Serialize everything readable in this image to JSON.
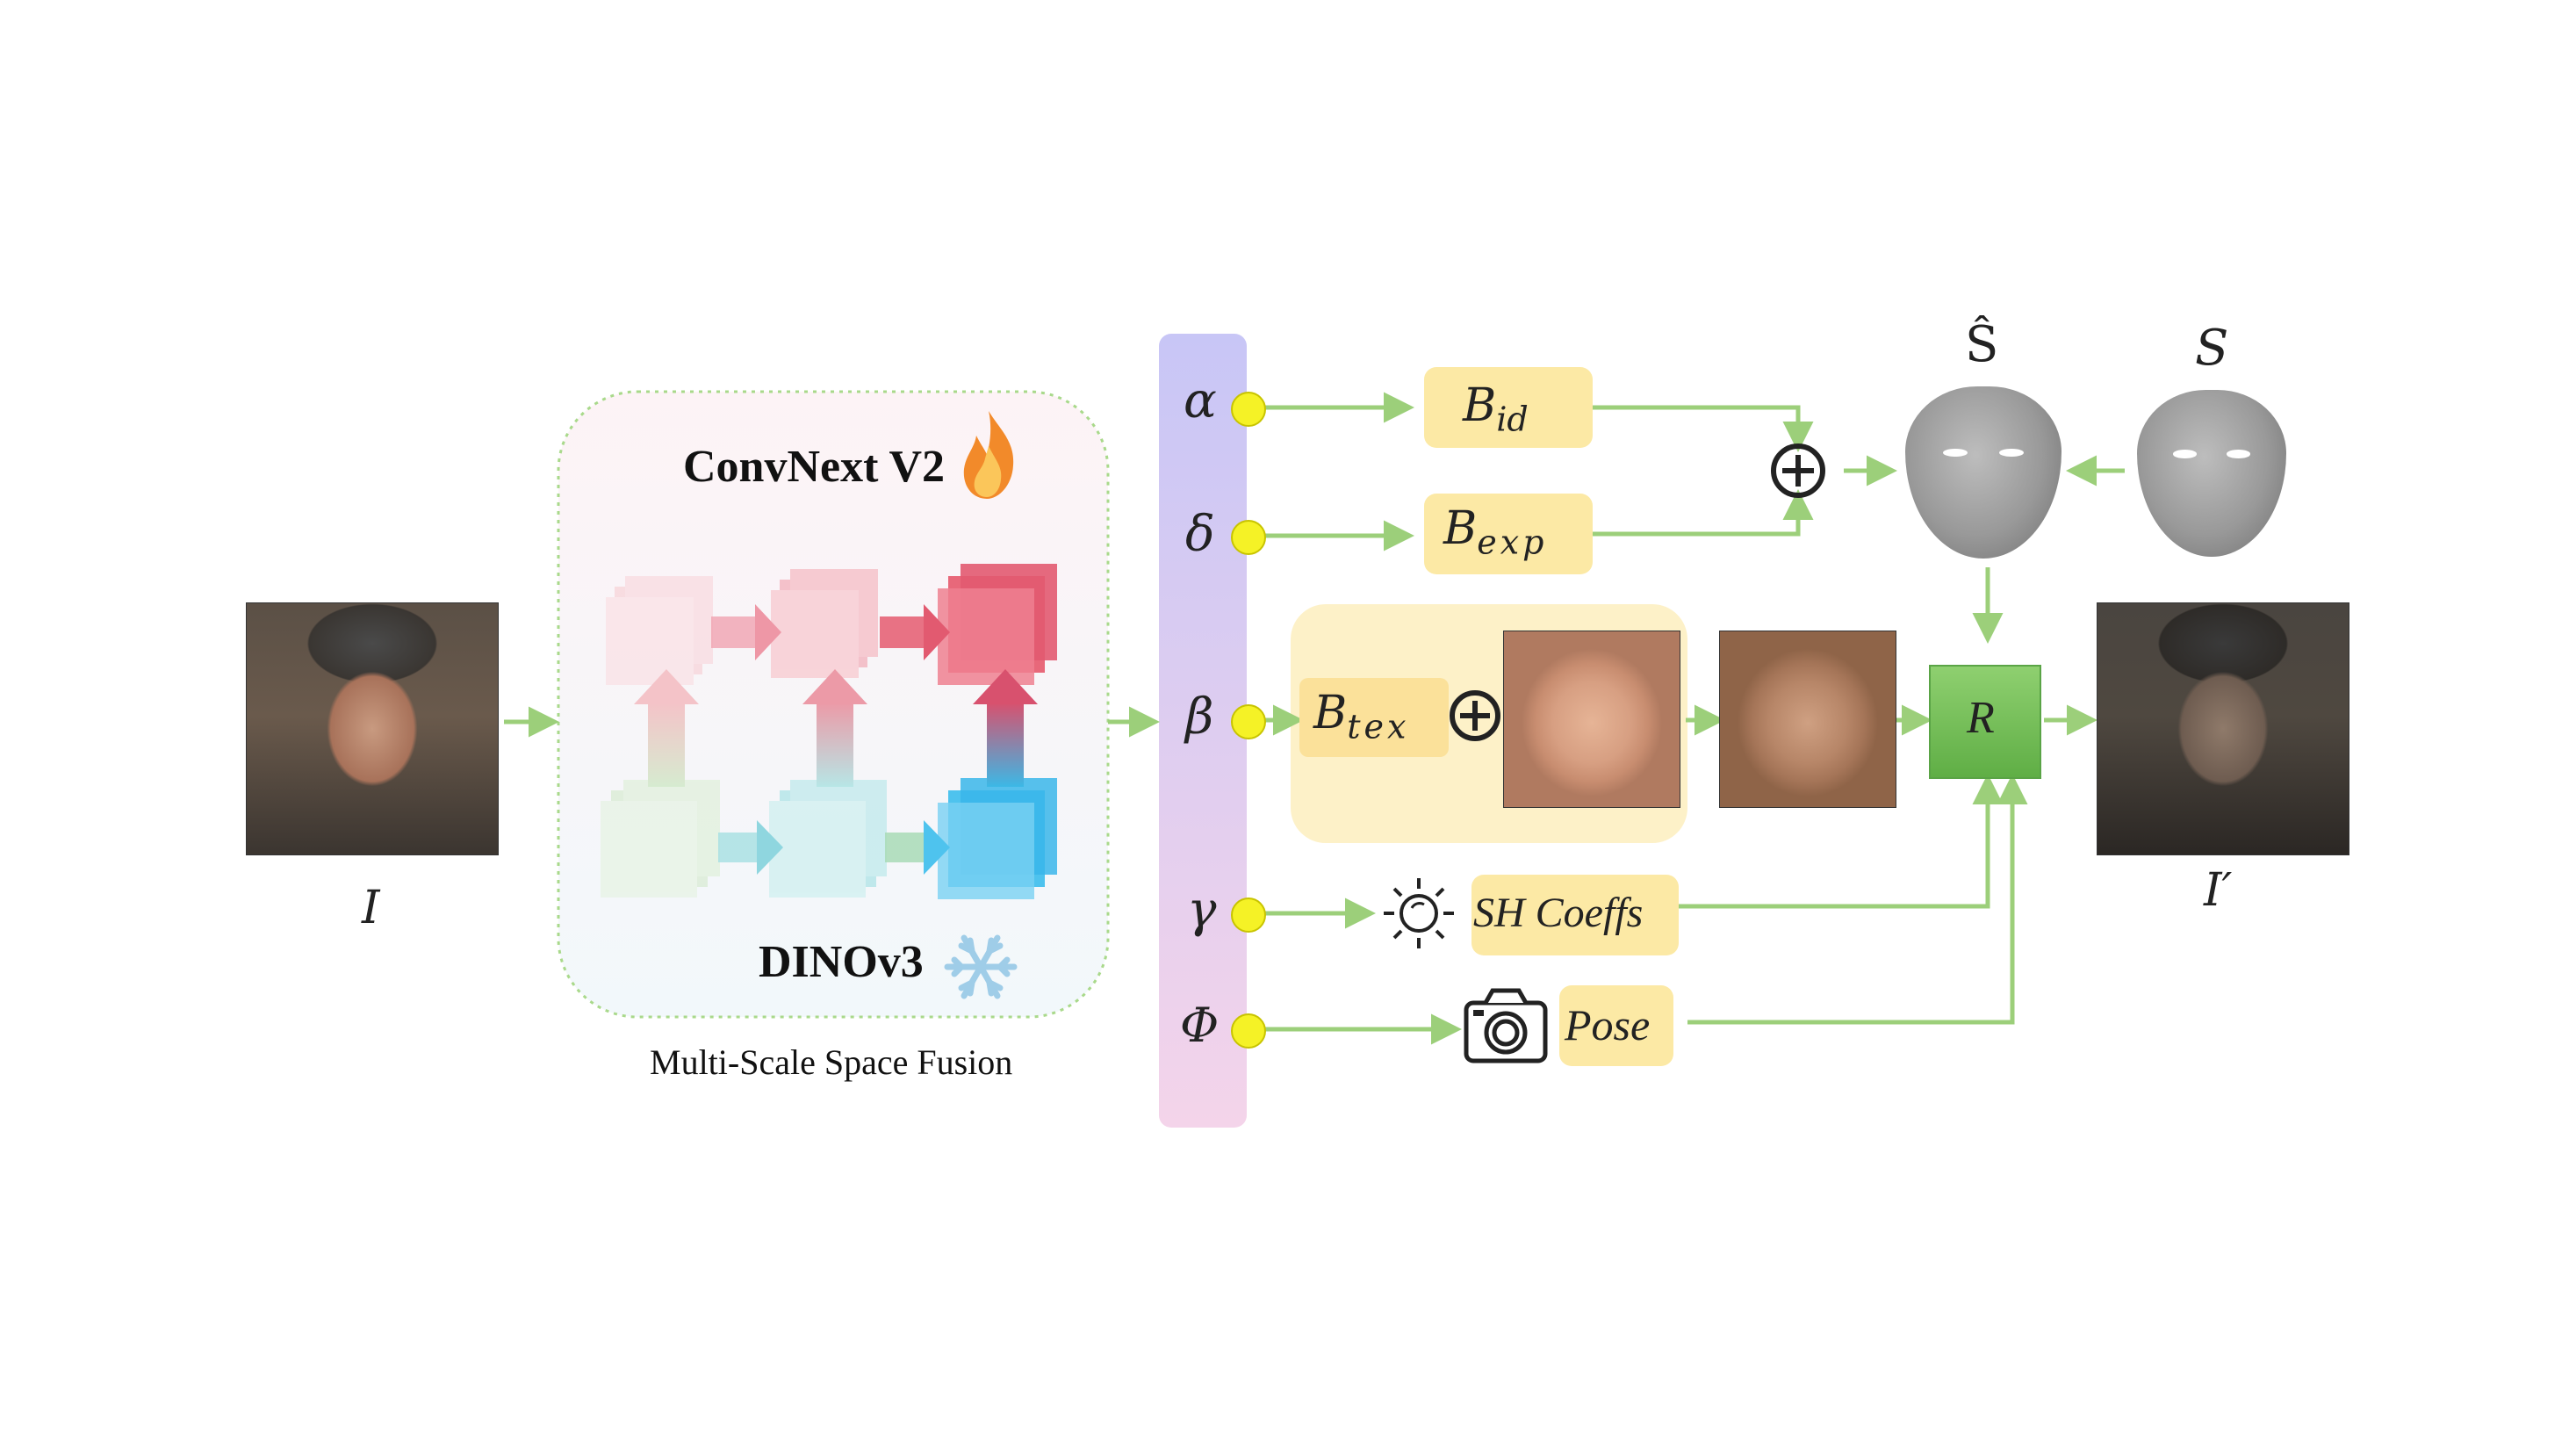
{
  "input_label": "I",
  "output_label": "I′",
  "fusion": {
    "caption": "Multi-Scale Space Fusion",
    "top_model": "ConvNext V2",
    "bottom_model": "DINOv3"
  },
  "params": {
    "alpha": "α",
    "delta": "δ",
    "beta": "β",
    "gamma": "γ",
    "phi": "Φ"
  },
  "boxes": {
    "b_id": {
      "base": "B",
      "sub": "id"
    },
    "b_exp": {
      "base": "B",
      "sub": "exp"
    },
    "b_tex": {
      "base": "B",
      "sub": "tex"
    },
    "sh_coeffs": "SH Coeffs",
    "pose": "Pose",
    "renderer": "R"
  },
  "shapes": {
    "s_hat": "Ŝ",
    "s": "S"
  },
  "symbols": {
    "plus": "⊕"
  },
  "colors": {
    "arrow": "#9ccf7a",
    "yellow_box": "#fce9a5",
    "renderer": "#72bf58",
    "param_dot": "#f5f226",
    "param_bar_top": "#c9c7f5",
    "param_bar_bottom": "#f2d2ea"
  },
  "icons": [
    "fire-icon",
    "snowflake-icon",
    "sun-icon",
    "camera-icon",
    "plus-circle-icon"
  ]
}
